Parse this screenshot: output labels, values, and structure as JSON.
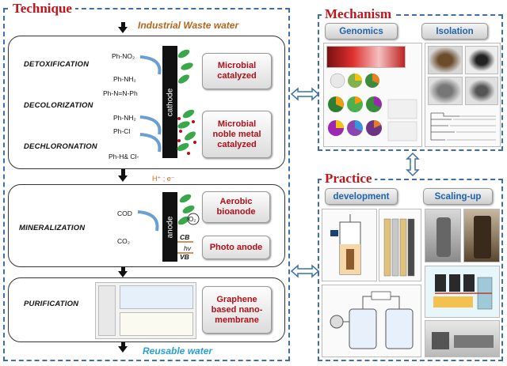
{
  "technique": {
    "title": "Technique",
    "input": "Industrial Waste water",
    "output": "Reusable water",
    "stage1": {
      "labels": [
        "DETOXIFICATION",
        "DECOLORIZATION",
        "DECHLORONATION"
      ],
      "chems": [
        "Ph-NO₂",
        "Ph-NH₂",
        "Ph-N=N-Ph",
        "Ph-NH₂",
        "Ph-Cl",
        "Ph-H& Cl-"
      ],
      "electrode": "cathode",
      "btn1": "Microbial catalyzed",
      "btn2": "Microbial noble metal catalyzed",
      "ions": "H⁺ ; e⁻"
    },
    "stage2": {
      "label": "MINERALIZATION",
      "chem1": "COD",
      "chem2": "CO₂",
      "electrode": "anode",
      "o2": "O₂",
      "cb": "CB",
      "hv": "hv",
      "vb": "VB",
      "btn1": "Aerobic bioanode",
      "btn2": "Photo anode"
    },
    "stage3": {
      "label": "PURIFICATION",
      "btn": "Graphene based nano-membrane"
    }
  },
  "mechanism": {
    "title": "Mechanism",
    "tab1": "Genomics",
    "tab2": "Isolation"
  },
  "practice": {
    "title": "Practice",
    "tab1": "development",
    "tab2": "Scaling-up"
  },
  "colors": {
    "panel_border": "#3f6fa8",
    "title_red": "#c0141b",
    "tab_blue": "#1f63b0",
    "input_orange": "#b5651d",
    "output_blue": "#2a9fd6"
  }
}
